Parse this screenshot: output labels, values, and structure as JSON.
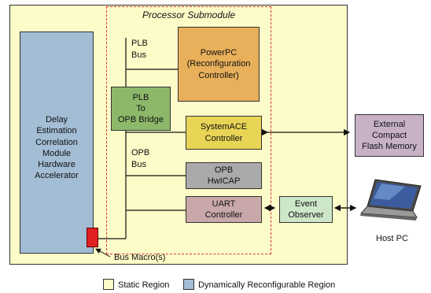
{
  "processor_submodule": {
    "title": "Processor Submodule"
  },
  "accelerator": {
    "lines": [
      "Delay",
      "Estimation",
      "Correlation",
      "Module",
      "Hardware",
      "Accelerator"
    ]
  },
  "powerpc": {
    "lines": [
      "PowerPC",
      "(Reconfiguration",
      "Controller)"
    ]
  },
  "plb_bus": {
    "lines": [
      "PLB",
      "Bus"
    ]
  },
  "bridge": {
    "lines": [
      "PLB",
      "To",
      "OPB Bridge"
    ]
  },
  "sysace": {
    "lines": [
      "SystemACE",
      "Controller"
    ]
  },
  "opb_bus": {
    "lines": [
      "OPB",
      "Bus"
    ]
  },
  "opb_hwicap": {
    "lines": [
      "OPB",
      "HwICAP"
    ]
  },
  "uart": {
    "lines": [
      "UART",
      "Controller"
    ]
  },
  "event_observer": {
    "lines": [
      "Event",
      "Observer"
    ]
  },
  "external_flash": {
    "lines": [
      "External",
      "Compact",
      "Flash Memory"
    ]
  },
  "host_pc": {
    "label": "Host PC"
  },
  "bus_macro": {
    "label": "Bus Macro(s)"
  },
  "legend": {
    "static": {
      "label": "Static Region",
      "color": "#fcfcc8"
    },
    "dynamic": {
      "label": "Dynamically Reconfigurable Region",
      "color": "#a2bdd4"
    }
  }
}
